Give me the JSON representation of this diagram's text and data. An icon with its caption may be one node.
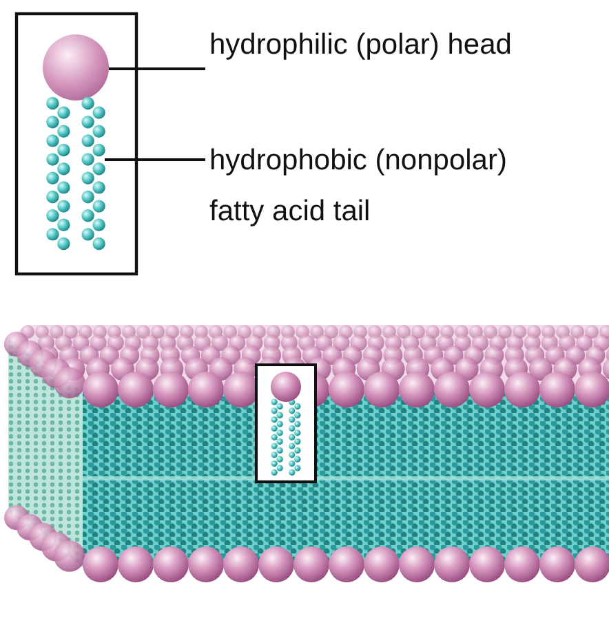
{
  "diagram": {
    "nodes": [
      {
        "text": [
          "hydrophilic (polar) head"
        ]
      },
      {
        "text": [],
        "shape": "circle"
      },
      {
        "text": [
          "hydrophobic (nonpolar) fatty acid tail"
        ]
      },
      {
        "text": [],
        "shape": "picture"
      }
    ],
    "edges": [
      {
        "from": 0,
        "to": 1,
        "arrow": "none"
      },
      {
        "from": 2,
        "to": 3,
        "arrow": "none"
      }
    ]
  }
}
